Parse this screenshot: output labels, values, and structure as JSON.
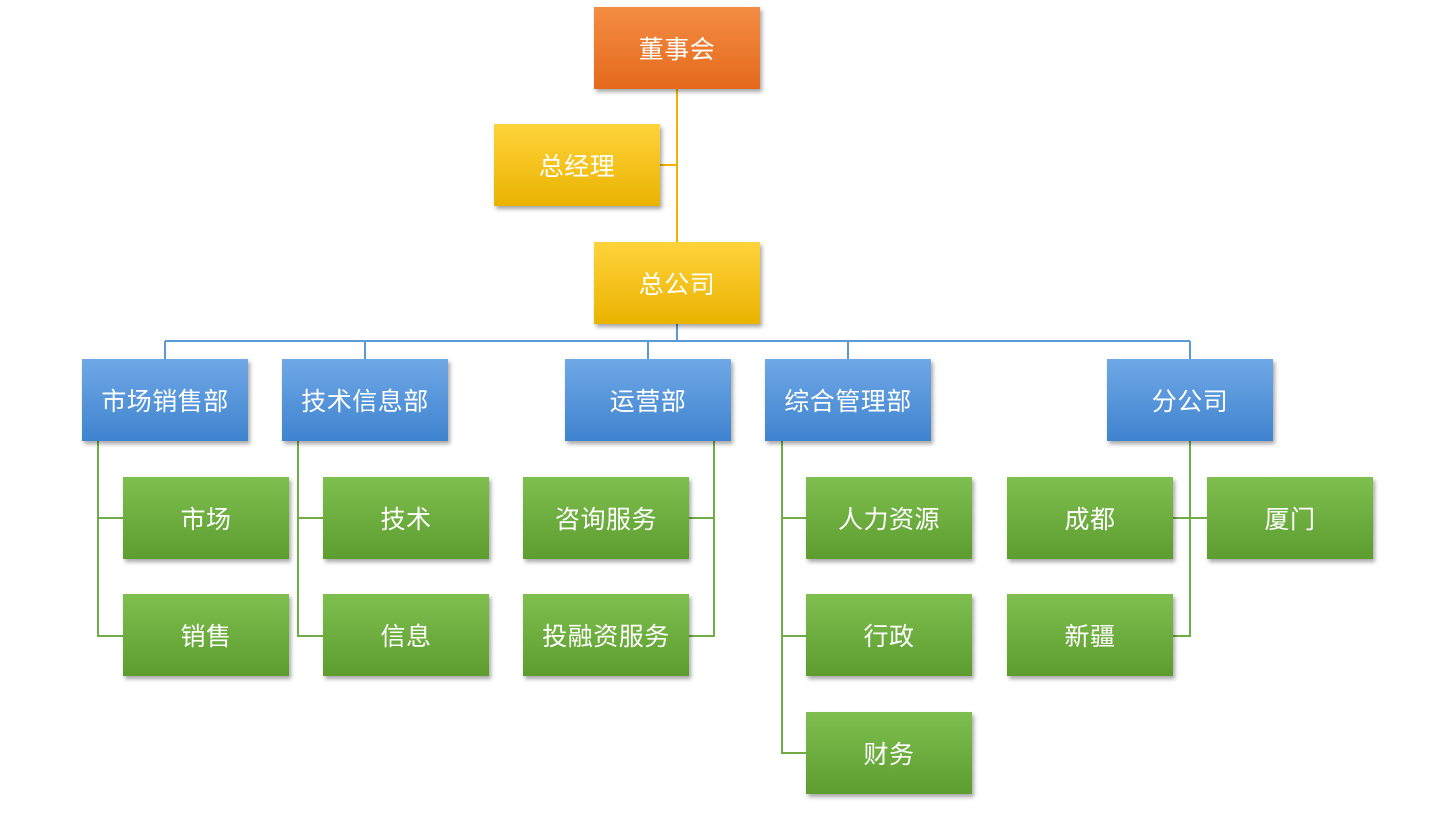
{
  "colors": {
    "board": "#e5691c",
    "executive": "#eab300",
    "department": "#3f83cf",
    "unit": "#5d9d2f",
    "top_connector": "#f0b400",
    "dept_connector": "#5b9bd5",
    "unit_connector": "#70ad47"
  },
  "org": {
    "board": "董事会",
    "general_manager": "总经理",
    "headquarters": "总公司",
    "departments": [
      {
        "label": "市场销售部",
        "units": [
          "市场",
          "销售"
        ]
      },
      {
        "label": "技术信息部",
        "units": [
          "技术",
          "信息"
        ]
      },
      {
        "label": "运营部",
        "units": [
          "咨询服务",
          "投融资服务"
        ]
      },
      {
        "label": "综合管理部",
        "units": [
          "人力资源",
          "行政",
          "财务"
        ]
      },
      {
        "label": "分公司",
        "units": [
          "成都",
          "厦门",
          "新疆"
        ]
      }
    ]
  }
}
